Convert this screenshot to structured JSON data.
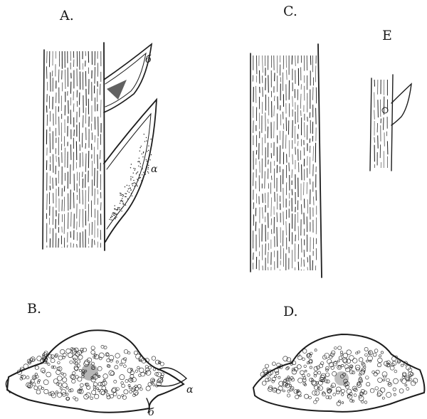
{
  "figure_labels": {
    "A": "A.",
    "B": "B.",
    "C": "C.",
    "D": "D.",
    "E": "E"
  },
  "callouts": {
    "b_upper": "б",
    "a_lower": "α",
    "a_section": "α",
    "b_section": "б"
  },
  "colors": {
    "ink": "#1c1c1c",
    "paper": "#ffffff"
  }
}
